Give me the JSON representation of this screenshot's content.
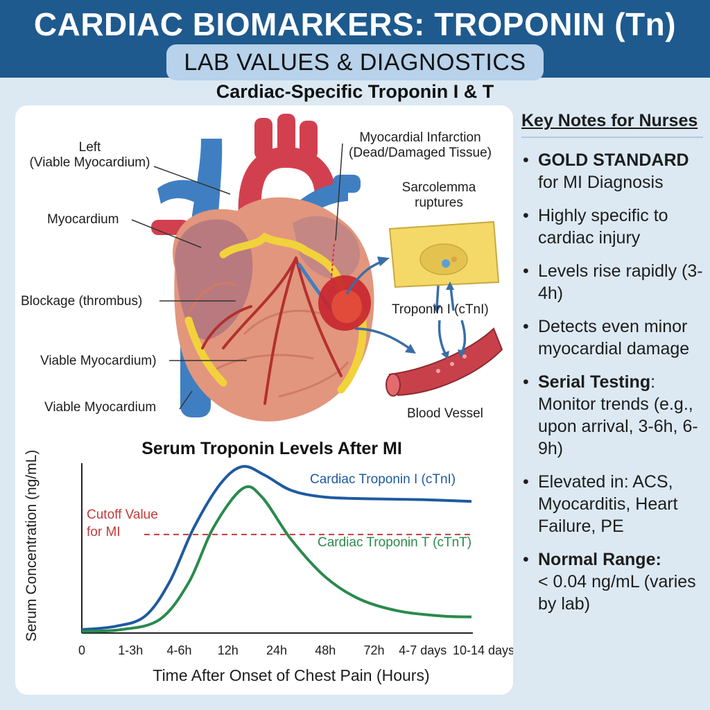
{
  "header": {
    "title": "CARDIAC BIOMARKERS: TROPONIN (Tn)",
    "subtitle": "LAB VALUES & DIAGNOSTICS",
    "heading": "Cardiac-Specific Troponin I & T"
  },
  "heart_diagram": {
    "labels": {
      "left_line1": "Left",
      "left_line2": "(Viable Myocardium)",
      "myocardium": "Myocardium",
      "blockage": "Blockage (thrombus)",
      "viable1": "Viable Myocardium)",
      "viable2": "Viable Myocardium",
      "mi_title": "Myocardial Infarction",
      "mi_sub": "(Dead/Damaged Tissue)",
      "sarcolemma1": "Sarcolemma",
      "sarcolemma2": "ruptures",
      "troponin_i": "Troponin I (cTnI)",
      "blood_vessel": "Blood Vessel"
    }
  },
  "chart_data": {
    "type": "line",
    "title": "Serum Troponin Levels After MI",
    "xlabel": "Time After Onset of Chest Pain (Hours)",
    "ylabel": "Serum Concentration (ng/mL)",
    "categories": [
      "0",
      "1-3h",
      "4-6h",
      "12h",
      "24h",
      "48h",
      "72h",
      "4-7 days",
      "10-14 days"
    ],
    "ylim": [
      0,
      100
    ],
    "series": [
      {
        "name": "Cardiac Troponin I (cTnI)",
        "color": "#1f5aa0",
        "points": [
          [
            0,
            2
          ],
          [
            0.7,
            4
          ],
          [
            1.3,
            10
          ],
          [
            1.8,
            30
          ],
          [
            2.3,
            62
          ],
          [
            2.85,
            88
          ],
          [
            3.3,
            98
          ],
          [
            3.75,
            93
          ],
          [
            4.3,
            84
          ],
          [
            5,
            80
          ],
          [
            6,
            79
          ],
          [
            7,
            78.5
          ],
          [
            8,
            77.5
          ]
        ]
      },
      {
        "name": "Cardiac Troponin T (cTnT)",
        "color": "#2a8a4c",
        "points": [
          [
            0,
            1
          ],
          [
            0.8,
            2
          ],
          [
            1.6,
            8
          ],
          [
            2.2,
            30
          ],
          [
            2.7,
            62
          ],
          [
            3.3,
            85
          ],
          [
            3.7,
            80
          ],
          [
            4.3,
            55
          ],
          [
            5,
            33
          ],
          [
            5.7,
            20
          ],
          [
            6.5,
            13
          ],
          [
            7.4,
            10
          ],
          [
            8,
            9.5
          ]
        ]
      }
    ],
    "cutoff": {
      "label_line1": "Cutoff Value",
      "label_line2": "for MI",
      "value": 58,
      "color": "#c23b3b"
    },
    "grid": false,
    "legend": "inline labels at top-right"
  },
  "notes": {
    "title": "Key Notes for Nurses",
    "items": [
      {
        "bold": "GOLD STANDARD",
        "text": "for MI Diagnosis"
      },
      {
        "bold": "",
        "text": "Highly specific to cardiac injury"
      },
      {
        "bold": "",
        "text": "Levels rise rapidly (3-4h)"
      },
      {
        "bold": "",
        "text": "Detects even minor myocardial damage"
      },
      {
        "bold": "Serial Testing",
        "text": ": Monitor trends (e.g., upon arrival, 3-6h, 6-9h)"
      },
      {
        "bold": "",
        "text": "Elevated in: ACS, Myocarditis, Heart Failure, PE"
      },
      {
        "bold": "Normal Range:",
        "text": "< 0.04 ng/mL (varies by lab)"
      }
    ]
  }
}
